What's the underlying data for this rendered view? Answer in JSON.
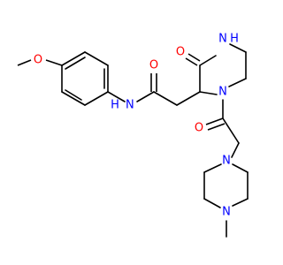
{
  "colors": {
    "oxygen": "#ff0000",
    "nitrogen": "#0000ff",
    "carbon": "#000000",
    "background": "#ffffff"
  },
  "atoms": {
    "o_methoxy": "O",
    "n_amide": "N",
    "h_amide": "H",
    "o_amide": "O",
    "n_lactam": "N",
    "h_lactam": "H",
    "o_lactam": "O",
    "n_ring": "N",
    "o_acyl": "O",
    "n_pip_top": "N",
    "n_pip_bottom": "N"
  }
}
